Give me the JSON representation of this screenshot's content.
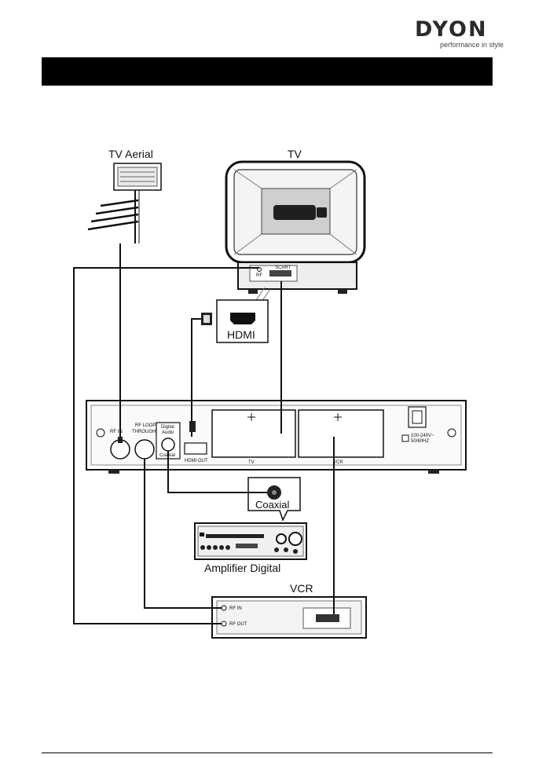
{
  "brand": {
    "logo_text": "DYON",
    "tagline": "performance in style"
  },
  "title_bar": {
    "text": ""
  },
  "labels": {
    "tv_aerial": "TV Aerial",
    "tv": "TV",
    "hdmi": "HDMI",
    "coaxial": "Coaxial",
    "amplifier": "Amplifier Digital",
    "vcr": "VCR"
  },
  "receiver_ports": {
    "rf_in": "RF IN",
    "rf_loop_1": "RF LOOP",
    "rf_loop_2": "THROUGH",
    "digital_1": "Digital",
    "digital_2": "Audio",
    "coaxial_port": "Coaxial",
    "hdmi_out": "HDMI OUT",
    "tv_scart": "TV",
    "vcr_scart": "VCR",
    "power_1": "100-240V~",
    "power_2": "50/60HZ"
  },
  "tv_ports": {
    "rf": "RF",
    "scart": "SCART"
  },
  "vcr_ports": {
    "rf_in": "RF IN",
    "rf_out": "RF OUT"
  },
  "colors": {
    "line": "#111111",
    "fill_light": "#eeeeee",
    "fill_mid": "#cfcfcf",
    "fill_dark": "#2a2a2a"
  }
}
